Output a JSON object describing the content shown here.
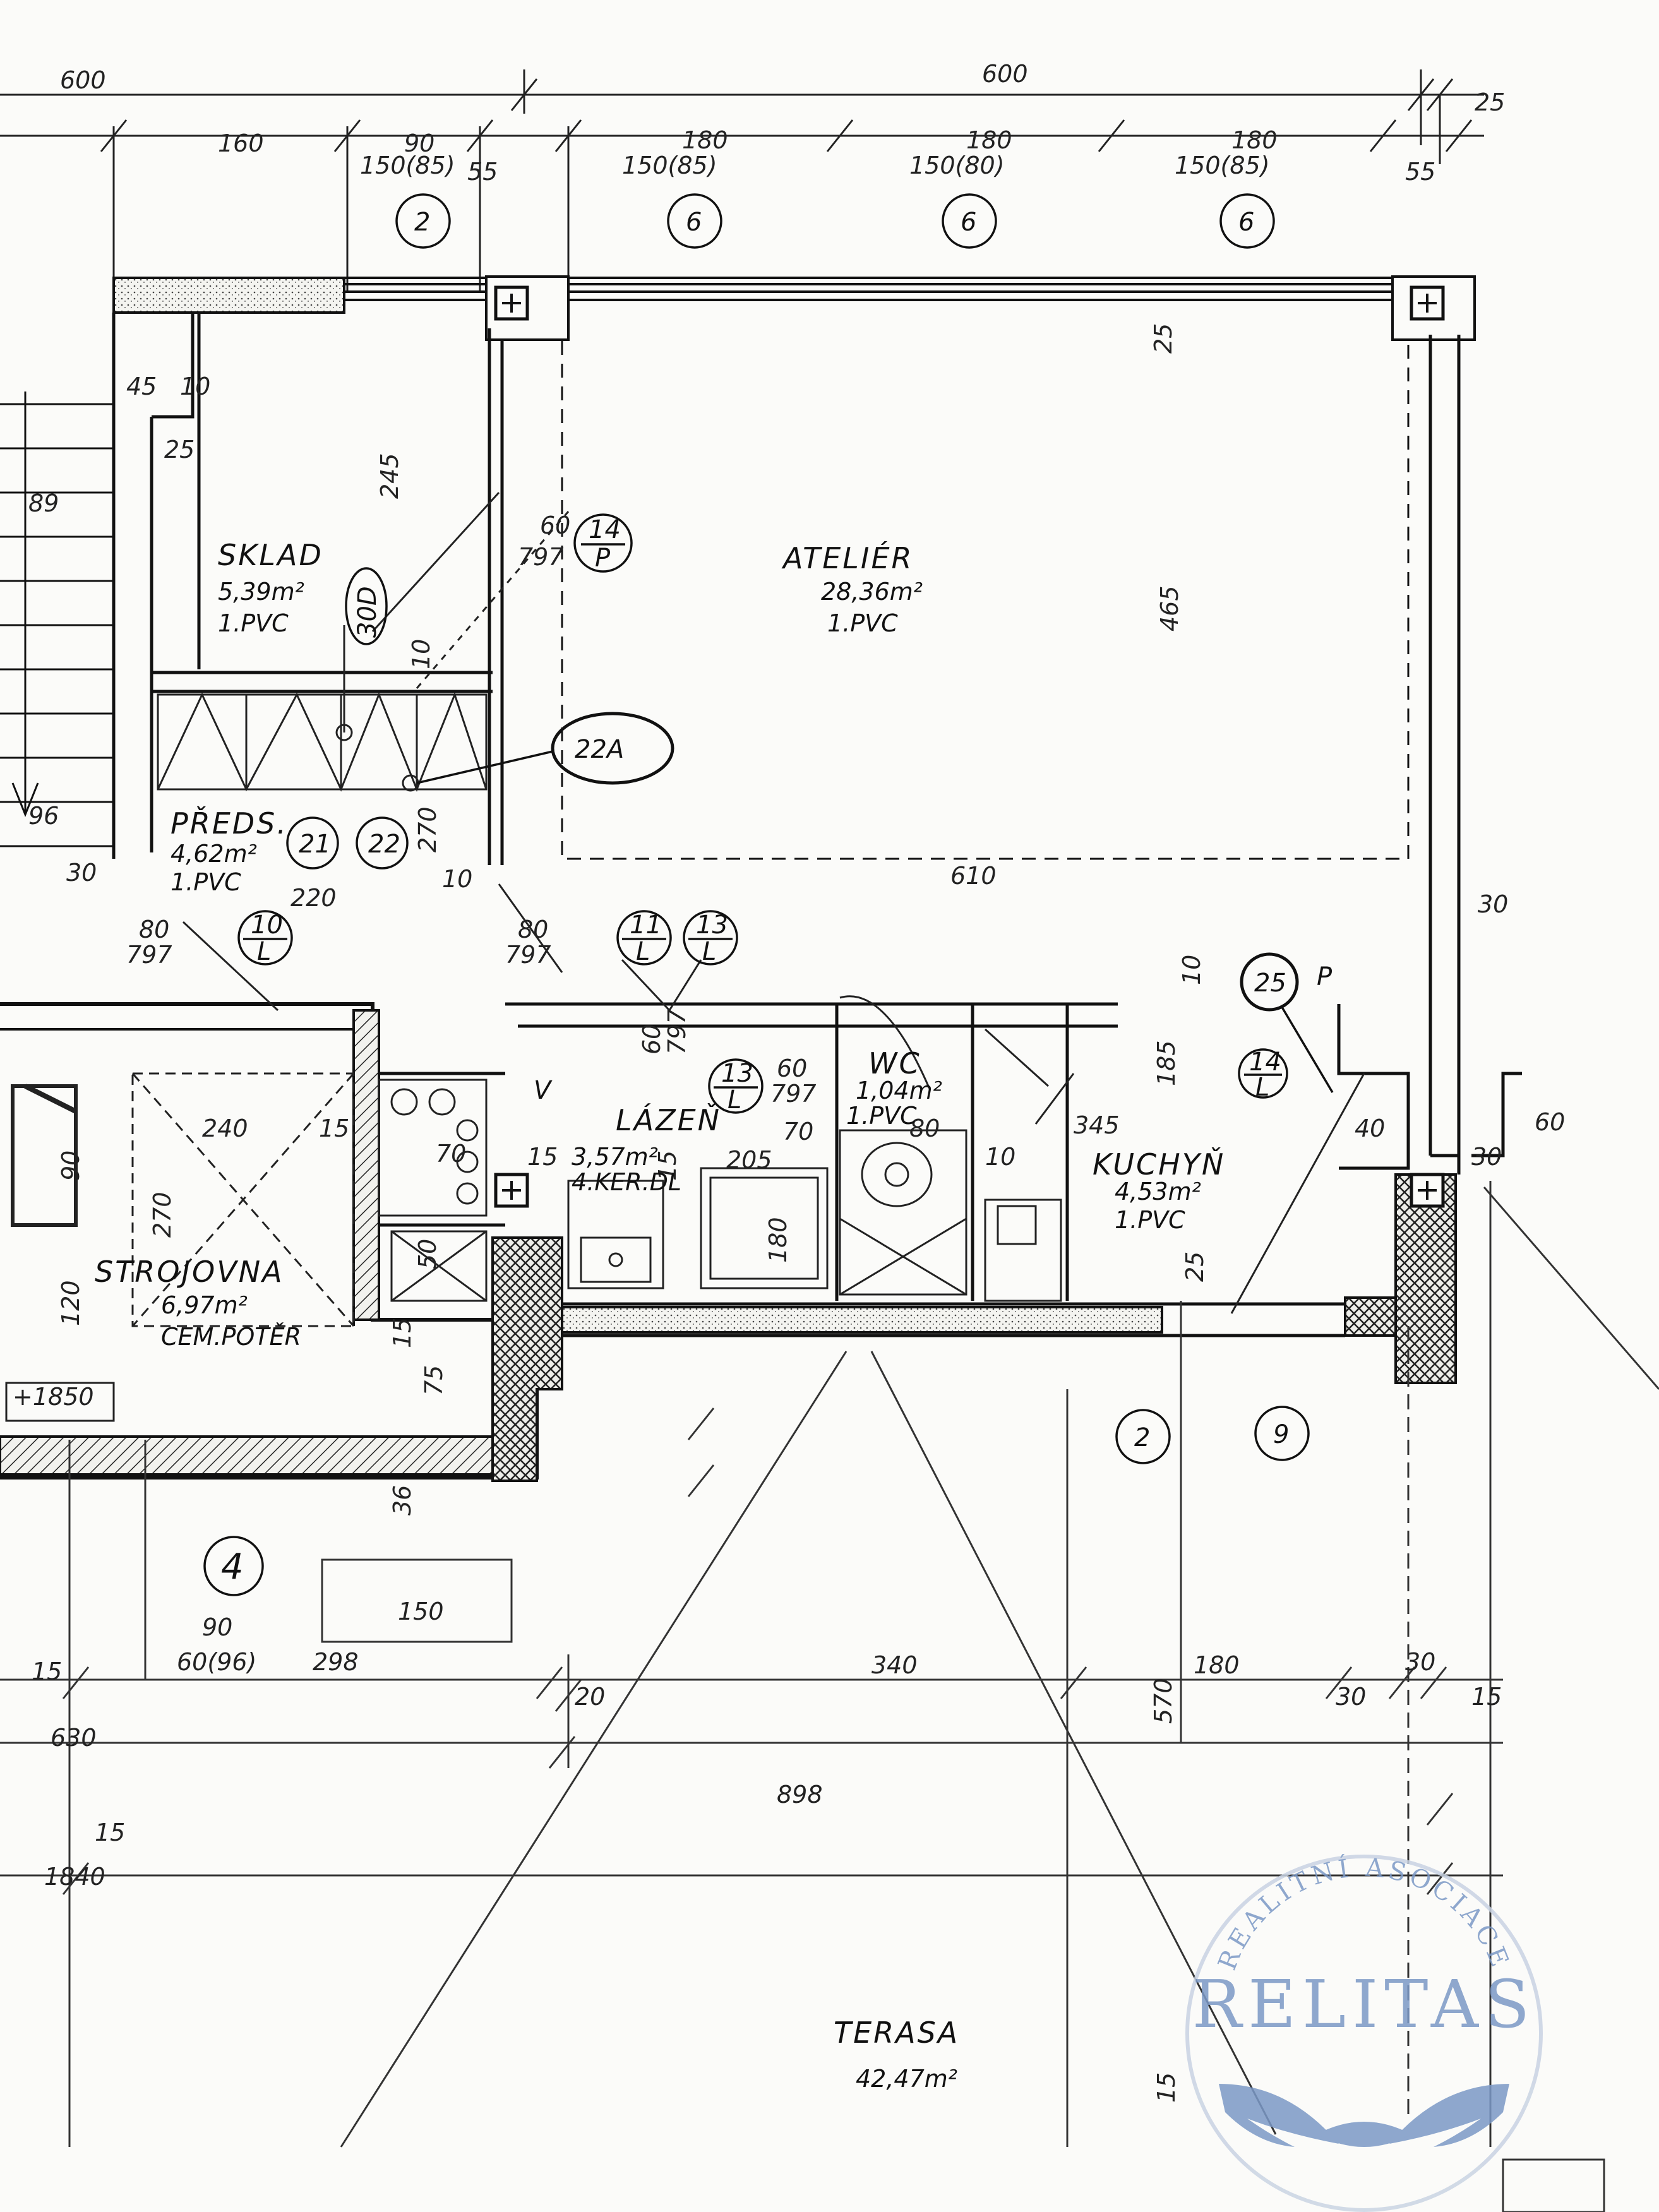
{
  "dimensions": {
    "top_600_left": "600",
    "top_600_right": "600",
    "top_25": "25",
    "d160": "160",
    "d90": "90",
    "d150_85_a": "150(85)",
    "d55_a": "55",
    "d180_a": "180",
    "d150_85_b": "150(85)",
    "d180_b": "180",
    "d150_80": "150(80)",
    "d180_c": "180",
    "d150_85_c": "150(85)",
    "d55_b": "55",
    "d45": "45",
    "d10_a": "10",
    "d25_a": "25",
    "d89": "89",
    "d96": "96",
    "d245": "245",
    "d60_797_a": "60",
    "d797_a": "797",
    "d25_b": "25",
    "d465": "465",
    "d10_b": "10",
    "d30_a": "30",
    "d220": "220",
    "d610": "610",
    "d30_b": "30",
    "d80_a": "80",
    "d797_b": "797",
    "d80_b": "80",
    "d797_c": "797",
    "d10_c": "10",
    "d270_a": "270",
    "d10_d": "10",
    "d185": "185",
    "d40": "40",
    "d60_b": "60",
    "d30_c": "30",
    "d240": "240",
    "d15_a": "15",
    "d90_b": "90",
    "d270_b": "270",
    "d120": "120",
    "d70": "70",
    "d50": "50",
    "d15_b": "15",
    "d75": "75",
    "d60_c": "60",
    "d797_d": "797",
    "d60_d": "60",
    "d797_e": "797",
    "d70_b": "70",
    "d205": "205",
    "d15_c": "15",
    "d80_c": "80",
    "d10_e": "10",
    "d345": "345",
    "d25_c": "25",
    "d180_d": "180",
    "d15_d": "15",
    "d36": "36",
    "d150": "150",
    "d90_c": "90",
    "d60_96": "60(96)",
    "d298": "298",
    "d15_e": "15",
    "d20": "20",
    "d340": "340",
    "d570": "570",
    "d180_e": "180",
    "d30_d": "30",
    "d30_e": "30",
    "d15_f": "15",
    "d630": "630",
    "d898": "898",
    "d15_g": "15",
    "d1840": "1840",
    "d15_h": "15",
    "level": "+1850"
  },
  "rooms": {
    "sklad": {
      "name": "SKLAD",
      "area": "5,39m²",
      "floor": "1.PVC"
    },
    "atelier": {
      "name": "ATELIÉR",
      "area": "28,36m²",
      "floor": "1.PVC"
    },
    "predsin": {
      "name": "PŘEDS.",
      "area": "4,62m²",
      "floor": "1.PVC"
    },
    "strojovna": {
      "name": "STROJOVNA",
      "area": "6,97m²",
      "floor": "CEM.POTĚR"
    },
    "lazen": {
      "name": "LÁZEŇ",
      "area": "3,57m²",
      "floor": "4.KER.DL"
    },
    "wc": {
      "name": "WC",
      "area": "1,04m²",
      "floor": "1.PVC"
    },
    "kuchyn": {
      "name": "KUCHYŇ",
      "area": "4,53m²",
      "floor": "1.PVC"
    },
    "terasa": {
      "name": "TERASA",
      "area": "42,47m²"
    }
  },
  "tags": {
    "w2_top": "2",
    "w6_a": "6",
    "w6_b": "6",
    "w6_c": "6",
    "d14": "14",
    "d14_sub": "P",
    "d30d": "30D",
    "d22a": "22A",
    "d21": "21",
    "d22": "22",
    "d10": "10",
    "d10_sub": "L",
    "d11": "11",
    "d11_sub": "L",
    "d13_a": "13",
    "d13_a_sub": "L",
    "d13_b": "13",
    "d13_b_sub": "L",
    "d25": "25",
    "d25_p": "P",
    "d14L": "14",
    "d14L_sub": "L",
    "w2_bottom": "2",
    "w9": "9",
    "w4": "4",
    "mark_v": "V"
  },
  "watermark": {
    "arc_text": "REALITNÍ ASOCIACE",
    "brand": "RELITAS",
    "color": "#7b99c6"
  }
}
